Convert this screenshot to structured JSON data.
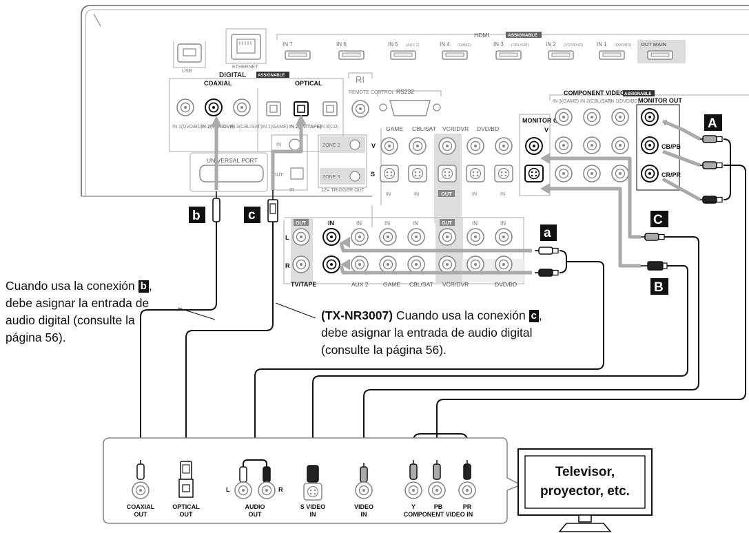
{
  "receiver": {
    "usb": "USB",
    "ethernet": "ETHERNET",
    "hdmi": "HDMI",
    "assignable": "ASSIGNABLE",
    "hdmi_inputs": [
      "IN 7",
      "IN 6",
      "IN 5",
      "IN 4",
      "IN 3",
      "IN 2",
      "IN 1"
    ],
    "hdmi_sub": [
      "",
      "",
      "(AUX 2)",
      "(GAME)",
      "(CBL/SAT)",
      "(VCR/DVR)",
      "(DVD/BD)"
    ],
    "hdmi_out": "OUT MAIN",
    "digital": "DIGITAL",
    "coaxial": "COAXIAL",
    "optical": "OPTICAL",
    "coax_labels": [
      "IN 1(DVD/BD)",
      "IN 2(VCR/DVR)",
      "IN 3(CBL/SAT)"
    ],
    "opt_labels": [
      "IN 1(GAME)",
      "IN 2(TV/TAPE)",
      "IN 3(CD)"
    ],
    "ri": "RI",
    "remote_control": "REMOTE CONTROL",
    "rs232": "RS232",
    "universal_port": "UNIVERSAL PORT",
    "ir": "IR",
    "ir_in": "IN",
    "ir_out": "OUT",
    "zone2": "ZONE 2",
    "zone3": "ZONE 3",
    "trigger": "12V TRIGGER OUT",
    "video_groups": [
      "GAME",
      "CBL/SAT",
      "VCR/DVR",
      "DVD/BD"
    ],
    "monitor_out": "MONITOR OUT",
    "row_v": "V",
    "row_s": "S",
    "in": "IN",
    "out": "OUT",
    "component_video": "COMPONENT VIDEO",
    "comp_sub": [
      "IN 3(GAME)",
      "IN 2(CBL/SAT)",
      "IN 1(DVD/BD)"
    ],
    "comp_monitor": "MONITOR OUT",
    "comp_rows": [
      "Y",
      "CB/PB",
      "CR/PR"
    ],
    "audio_L": "L",
    "audio_R": "R",
    "audio_groups": [
      "TV/TAPE",
      "AUX 2",
      "GAME",
      "CBL/SAT",
      "VCR/DVR",
      "DVD/BD"
    ]
  },
  "badges": {
    "A": "A",
    "B": "B",
    "C": "C",
    "a": "a",
    "b": "b",
    "c": "c"
  },
  "note_left": {
    "line1_pre": "Cuando usa la conexión",
    "line1_badge": "b",
    "line1_post": ",",
    "line2": "debe asignar la entrada de",
    "line3": "audio digital (consulte la",
    "line4": "página 56)."
  },
  "note_right": {
    "model": "(TX-NR3007)",
    "line1_pre": " Cuando usa la conexión",
    "line1_badge": "c",
    "line1_post": ",",
    "line2": "debe asignar la entrada de audio digital",
    "line3": "(consulte la página 56)."
  },
  "tv_panel": {
    "coaxial": [
      "COAXIAL",
      "OUT"
    ],
    "optical": [
      "OPTICAL",
      "OUT"
    ],
    "audio": [
      "AUDIO",
      "OUT"
    ],
    "audio_L": "L",
    "audio_R": "R",
    "svideo": [
      "S VIDEO",
      "IN"
    ],
    "video": [
      "VIDEO",
      "IN"
    ],
    "component": [
      "Y",
      "PB",
      "PR"
    ],
    "component_label": "COMPONENT VIDEO IN"
  },
  "tv": {
    "line1": "Televisor,",
    "line2": "proyector, etc."
  }
}
